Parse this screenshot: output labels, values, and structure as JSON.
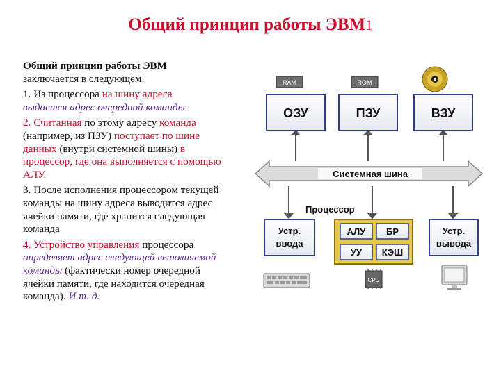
{
  "title": "Общий принцип работы ЭВМ",
  "title_num": "1",
  "text": {
    "p1_bold": "Общий принцип работы ЭВМ",
    "p1_rest": "заключается в следующем.",
    "p2_a": "1. Из процессора ",
    "p2_b": "на шину адреса",
    "p2_c": "выдается адрес очередной команды.",
    "p3_a": "2. Считанная",
    "p3_b": " по этому адресу ",
    "p3_c": "команда",
    "p3_d": " (например, из ПЗУ) ",
    "p3_e": "поступает по шине данных",
    "p3_f": " (внутри системной шины) ",
    "p3_g": "в процессор, где она выполняется с помощью АЛУ.",
    "p4": "3. После исполнения процессором текущей команды на шину адреса выводится адрес ячейки памяти, где хранится следующая команда",
    "p5_a": "4. Устройство управления",
    "p5_b": " процессора ",
    "p5_c": "определяет адрес следующей выполняемой команды",
    "p5_d": " (фактически номер очередной ячейки памяти, где находится очередная команда). ",
    "p5_e": "И т. д."
  },
  "diagram": {
    "chip_ram": "RAM",
    "chip_rom": "ROM",
    "ozu": "ОЗУ",
    "pzu": "ПЗУ",
    "vzu": "ВЗУ",
    "bus": "Системная шина",
    "processor": "Процессор",
    "input_1": "Устр.",
    "input_2": "ввода",
    "output_1": "Устр.",
    "output_2": "вывода",
    "alu": "АЛУ",
    "br": "БР",
    "uu": "УУ",
    "cache": "КЭШ",
    "cpu_chip": "CPU",
    "colors": {
      "box_border": "#2c3e8f",
      "bus_fill": "#dcdcdc",
      "processor_fill": "#e8c84a",
      "arrow": "#555555"
    }
  }
}
